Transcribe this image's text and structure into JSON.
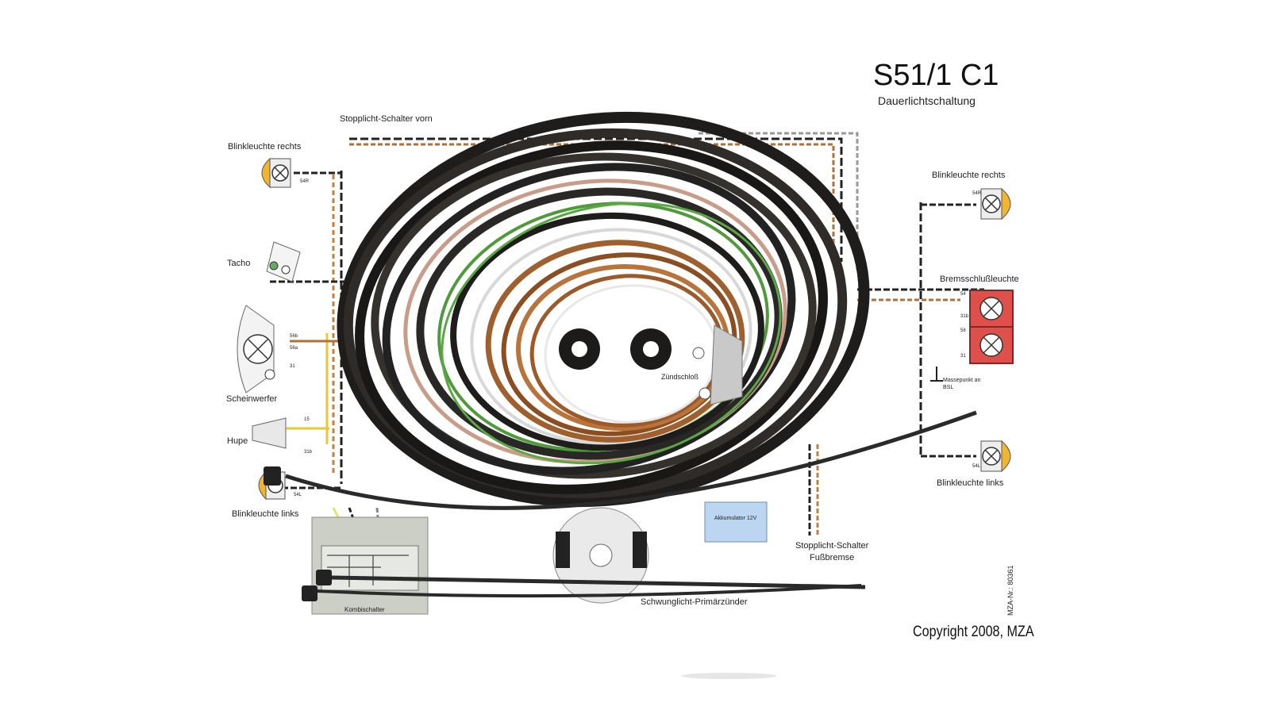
{
  "header": {
    "title": "S51/1 C1",
    "subtitle": "Dauerlichtschaltung"
  },
  "labels": {
    "blink_front_right": "Blinkleuchte rechts",
    "blink_rear_right": "Blinkleuchte rechts",
    "stop_switch_front": "Stopplicht-Schalter vorn",
    "ignition_partial": "ünder",
    "tacho": "Tacho",
    "headlight": "Scheinwerfer",
    "horn": "Hupe",
    "blink_front_left": "Blinkleuchte links",
    "blink_rear_left": "Blinkleuchte links",
    "brake_light": "Bremsschlußleuchte",
    "ground_point": "Massepunkt an BSL",
    "ignition_lock": "Zündschloß",
    "battery": "Akkumulator 12V",
    "stop_switch_foot_1": "Stopplicht-Schalter",
    "stop_switch_foot_2": "Fußbremse",
    "combi_switch": "Kombischalter",
    "flywheel": "Schwunglicht-Primärzünder"
  },
  "terminals": {
    "t54r": "54R",
    "t54r2": "54R",
    "t56b": "56b",
    "t56a": "56a",
    "t31": "31",
    "t15": "15",
    "t31b": "31b",
    "t54l": "54L",
    "t54l2": "54L",
    "t54": "54",
    "t31b2": "31b",
    "t58": "58",
    "t31c": "31"
  },
  "footer": {
    "part_number": "MZA-Nr.: 80361",
    "copyright": "Copyright 2008, MZA"
  },
  "colors": {
    "lamp_amber": "#f2b431",
    "brake_red": "#e0504a",
    "battery_blue": "#bcd6f2",
    "switch_gray": "#cbcfc6",
    "cable_black": "#2a2826",
    "cable_brown": "#a0602e",
    "cable_green": "#4f9a3a"
  }
}
